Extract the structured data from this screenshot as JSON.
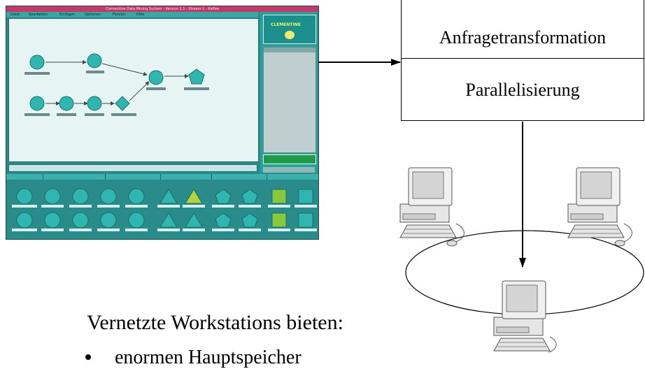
{
  "gui": {
    "title": "Clementine Data Mining System - Version 2.1 - Stream 1 - Kaffee",
    "menu": [
      "Datei",
      "Bearbeiten",
      "Einfügen",
      "Optionen",
      "Fenster",
      "Hilfe"
    ],
    "logo": "CLEMENTINE"
  },
  "diagram": {
    "box_top_label": "Anfragetransformation",
    "box_bottom_label": "Parallelisierung"
  },
  "text": {
    "heading": "Vernetzte Workstations bieten:",
    "bullets": [
      "enormen Hauptspeicher"
    ]
  },
  "colors": {
    "gui_teal": "#2a8c8a",
    "gui_node": "#2fb6b0",
    "gui_title": "#c13a6a",
    "arrow": "#000000"
  },
  "icons": [
    "workstation-computer-icon",
    "stream-node-icon",
    "palette-node-icon"
  ]
}
